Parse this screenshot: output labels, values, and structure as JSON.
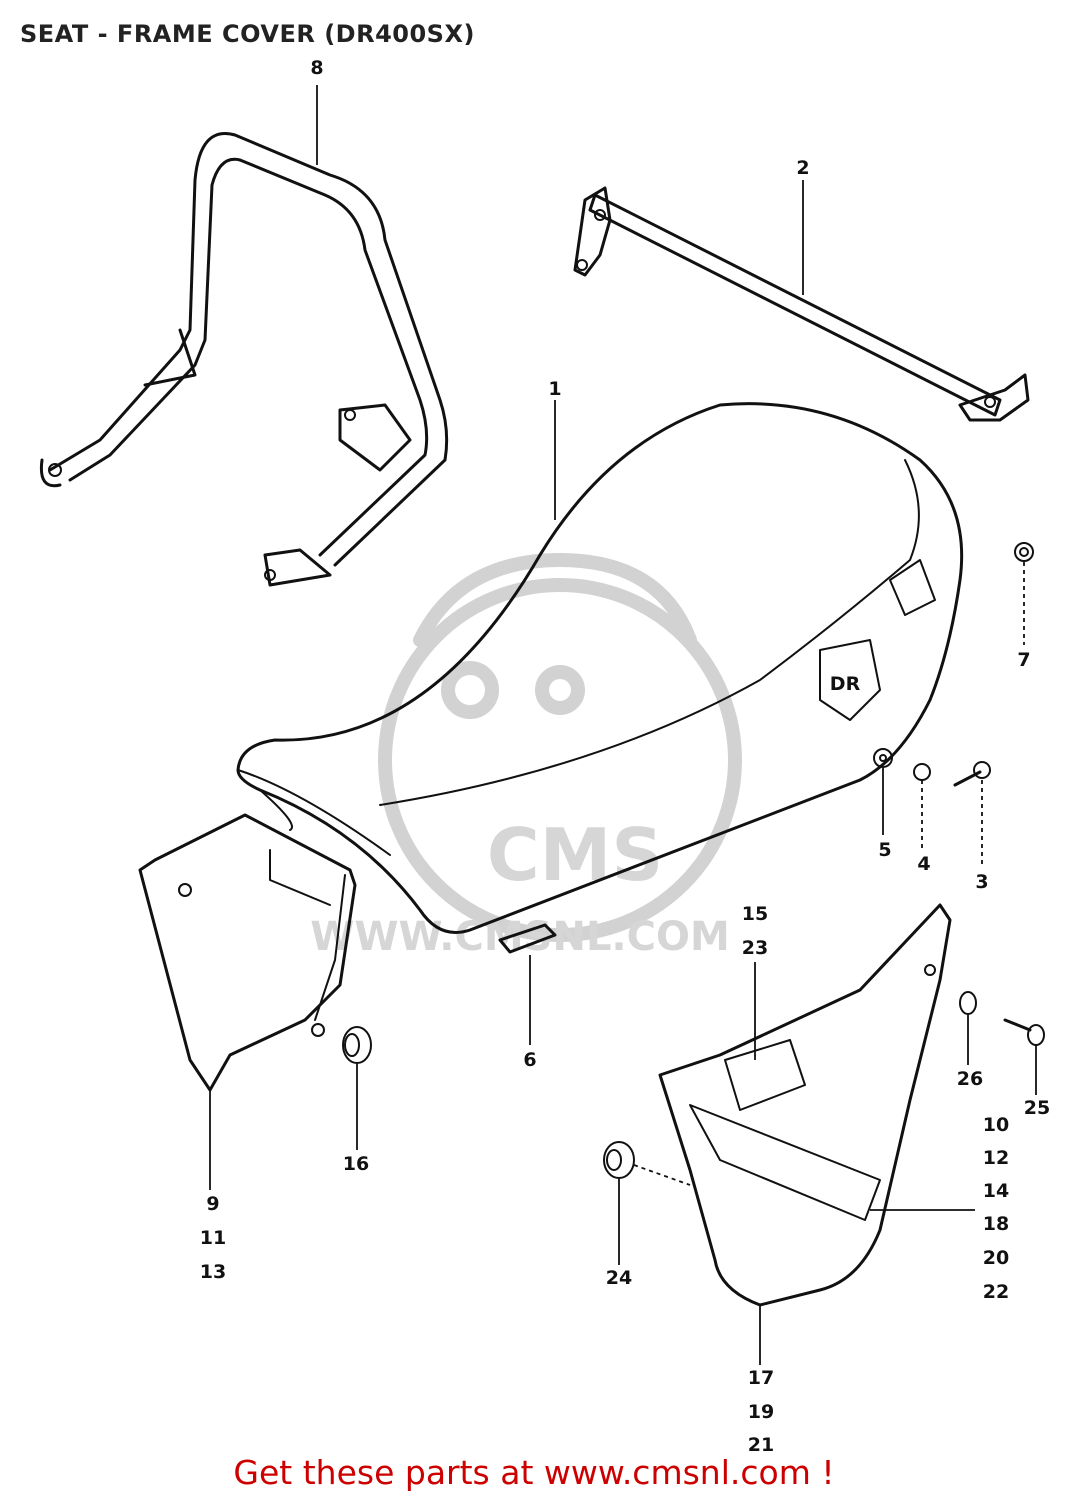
{
  "diagram": {
    "title": "SEAT - FRAME COVER (DR400SX)",
    "watermark": {
      "brand": "CMS",
      "url": "WWW.CMSNL.COM"
    },
    "seat_badge": "DR",
    "callouts": [
      {
        "id": "c1",
        "labels": [
          "1"
        ]
      },
      {
        "id": "c2",
        "labels": [
          "2"
        ]
      },
      {
        "id": "c3",
        "labels": [
          "3"
        ]
      },
      {
        "id": "c4",
        "labels": [
          "4"
        ]
      },
      {
        "id": "c5",
        "labels": [
          "5"
        ]
      },
      {
        "id": "c6",
        "labels": [
          "6"
        ]
      },
      {
        "id": "c7",
        "labels": [
          "7"
        ]
      },
      {
        "id": "c8",
        "labels": [
          "8"
        ]
      },
      {
        "id": "c9",
        "labels": [
          "9",
          "11",
          "13"
        ]
      },
      {
        "id": "c10",
        "labels": [
          "10",
          "12",
          "14",
          "18",
          "20",
          "22"
        ]
      },
      {
        "id": "c15",
        "labels": [
          "15",
          "23"
        ]
      },
      {
        "id": "c16",
        "labels": [
          "16"
        ]
      },
      {
        "id": "c17",
        "labels": [
          "17",
          "19",
          "21"
        ]
      },
      {
        "id": "c24",
        "labels": [
          "24"
        ]
      },
      {
        "id": "c25",
        "labels": [
          "25"
        ]
      },
      {
        "id": "c26",
        "labels": [
          "26"
        ]
      }
    ],
    "footer_link": "Get these parts at www.cmsnl.com !"
  }
}
